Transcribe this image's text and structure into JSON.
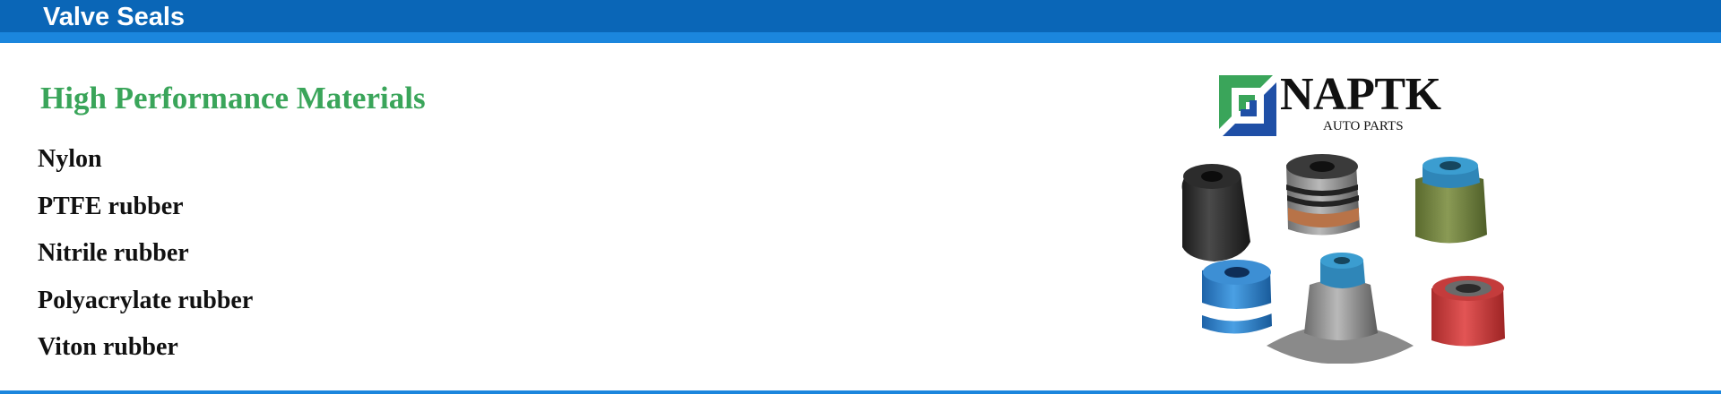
{
  "header": {
    "title": "Valve Seals",
    "bar_color": "#0a66b7",
    "stripe_color": "#1b86dd"
  },
  "main": {
    "subtitle": "High Performance Materials",
    "subtitle_color": "#3aa55a",
    "materials": [
      "Nylon",
      "PTFE rubber",
      "Nitrile rubber",
      "Polyacrylate rubber",
      "Viton rubber"
    ]
  },
  "logo": {
    "brand": "NAPTK",
    "tagline": "AUTO PARTS",
    "icon": "naptk-logo-icon"
  },
  "image": {
    "icon": "valve-seals-photo"
  }
}
